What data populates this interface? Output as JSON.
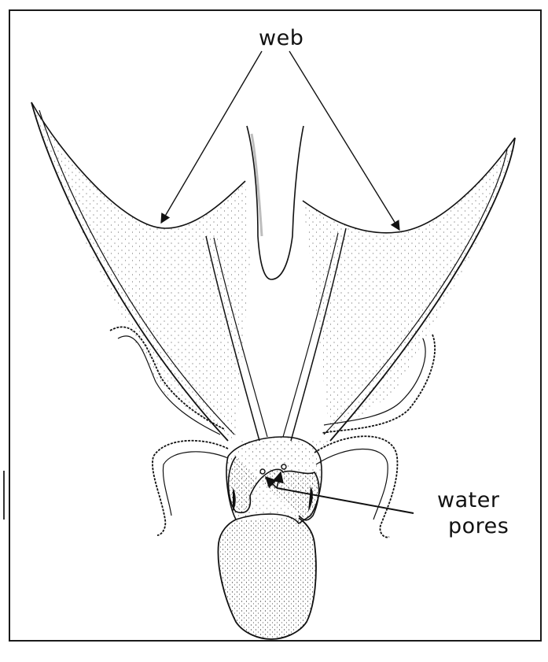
{
  "labels": {
    "web": "web",
    "water": "water",
    "pores": "pores"
  },
  "colors": {
    "ink": "#111111",
    "paper": "#ffffff",
    "stipple": "#2a2a2a"
  }
}
